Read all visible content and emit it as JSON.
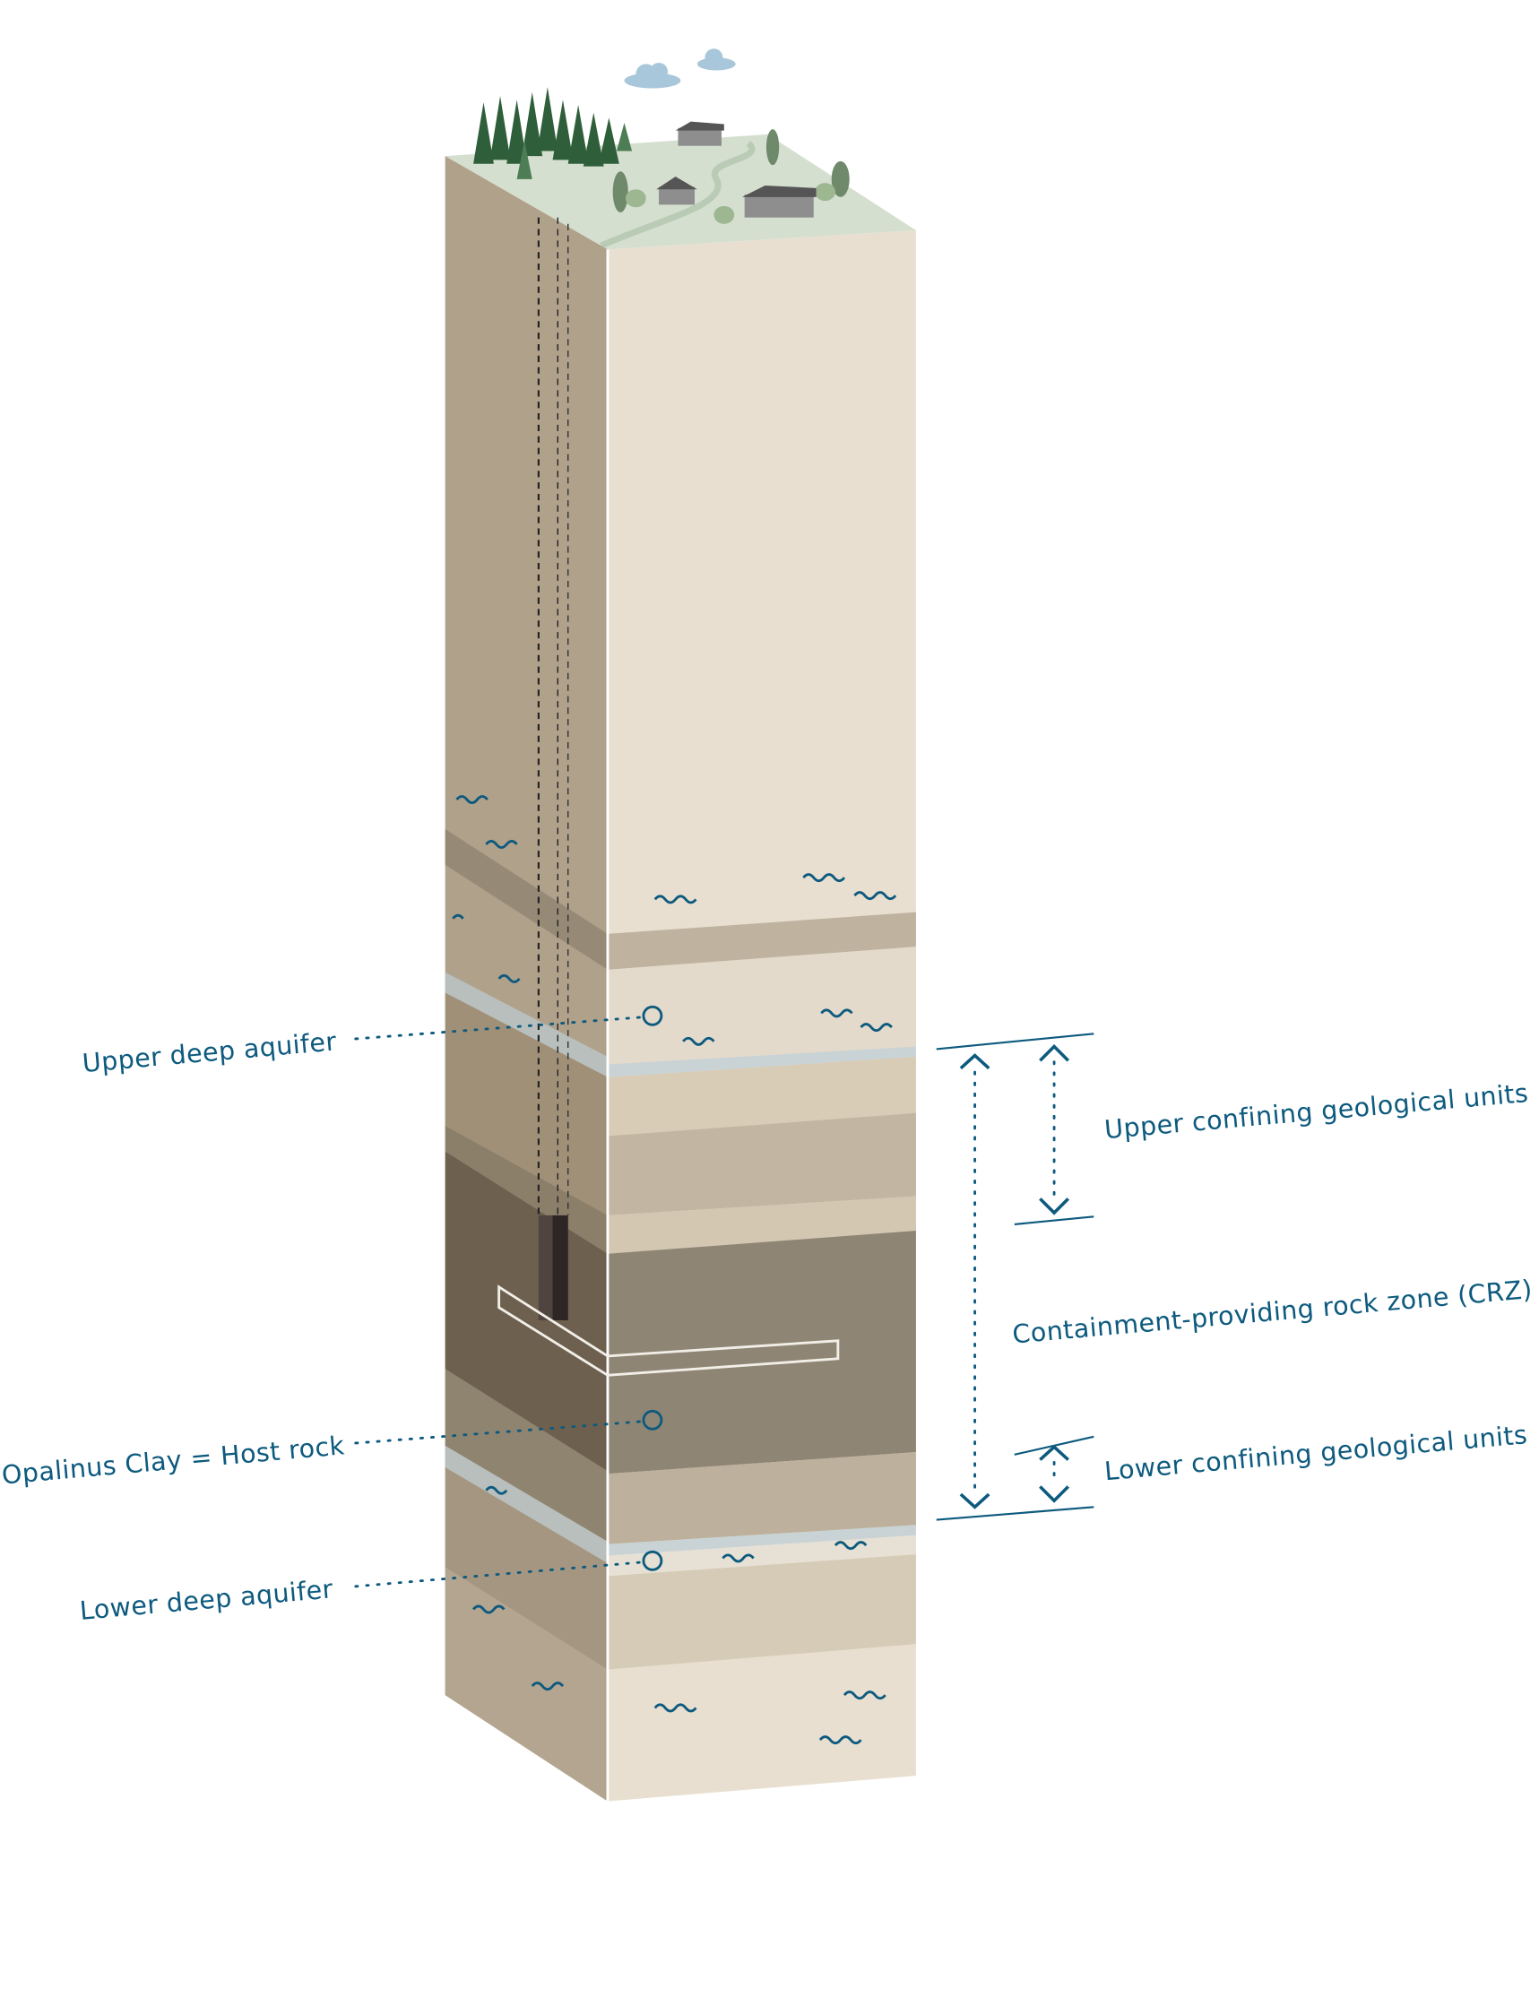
{
  "labels": {
    "upper_deep_aquifer": "Upper deep aquifer",
    "opalinus_clay": "Opalinus Clay = Host rock",
    "lower_deep_aquifer": "Lower deep aquifer",
    "upper_confining": "Upper confining geological units",
    "crz": "Containment-providing rock zone (CRZ)",
    "lower_confining": "Lower confining geological units"
  },
  "colors": {
    "label": "#0d5a7e",
    "light_rock": "#e8dfd0",
    "host_rock": "#8f8574",
    "aquifer": "#c9d3d6"
  }
}
